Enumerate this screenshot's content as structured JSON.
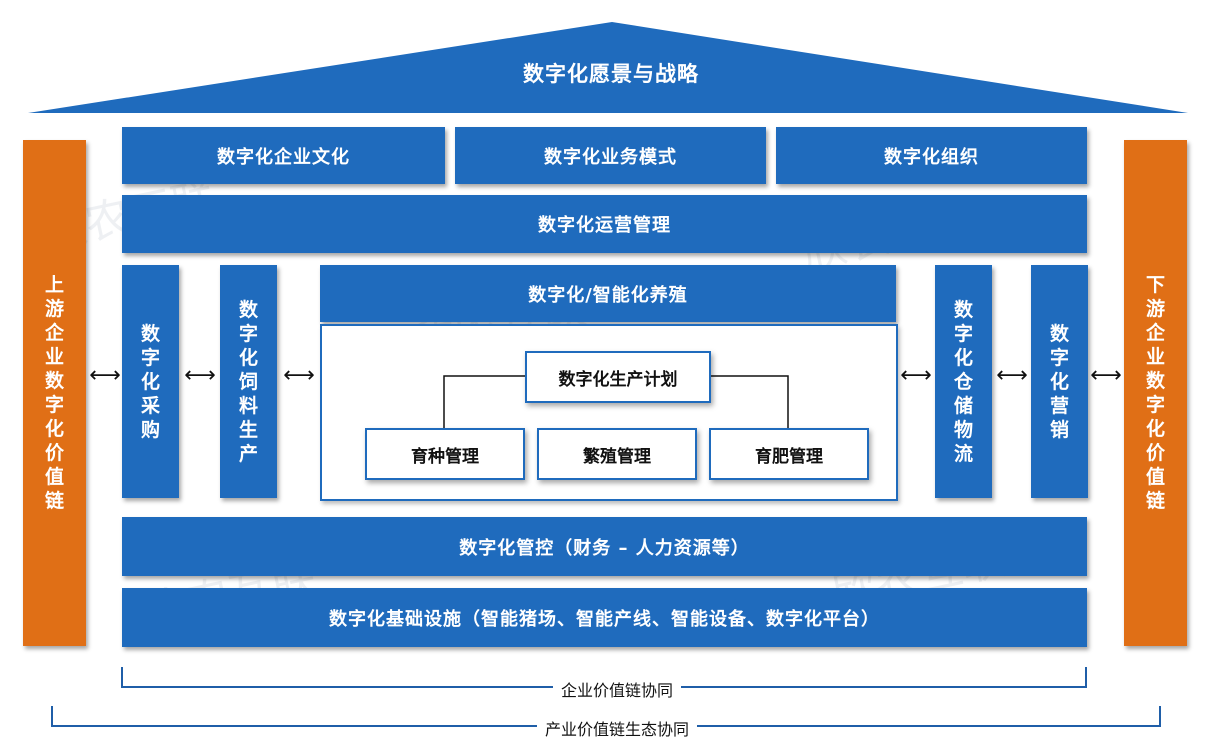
{
  "roof": "数字化愿景与战略",
  "row1": [
    "数字化企业文化",
    "数字化业务模式",
    "数字化组织"
  ],
  "row2": "数字化运营管理",
  "left_side": "上游企业数字化价值链",
  "right_side": "下游企业数字化价值链",
  "col_procurement": "数字化采购",
  "col_feed": "数字化饲料生产",
  "col_storage": "数字化仓储物流",
  "col_marketing": "数字化营销",
  "breeding_header": "数字化/智能化养殖",
  "production_plan": "数字化生产计划",
  "sub_items": [
    "育种管理",
    "繁殖管理",
    "育肥管理"
  ],
  "control": "数字化管控（财务 – 人力资源等）",
  "infrastructure": "数字化基础设施（智能猪场、智能产线、智能设备、数字化平台）",
  "enterprise_chain": "企业价值链协同",
  "industry_chain": "产业价值链生态协同",
  "watermark": "欣农互联",
  "colors": {
    "blue": "#1f6bbd",
    "orange": "#e06f16"
  }
}
